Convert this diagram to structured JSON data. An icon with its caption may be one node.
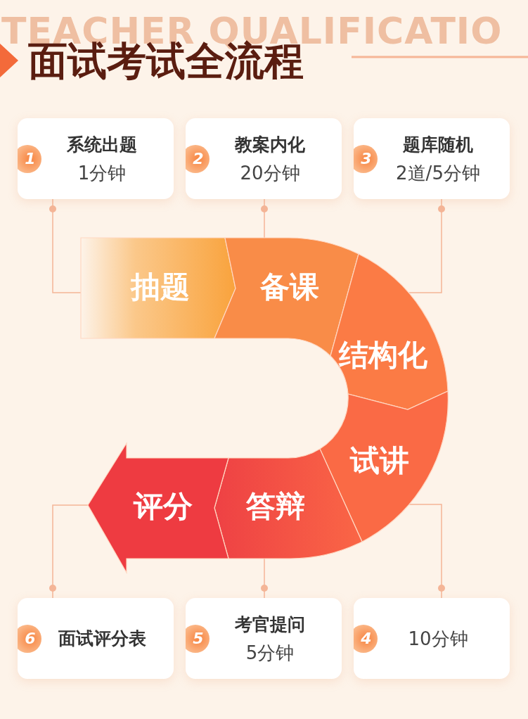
{
  "diagram": {
    "title": "面试考试全流程",
    "nodes": [
      {
        "text": [
          "1",
          "系统出题",
          "1分钟"
        ]
      },
      {
        "text": [
          "2",
          "教案内化",
          "20分钟"
        ]
      },
      {
        "text": [
          "3",
          "题库随机",
          "2道/5分钟"
        ]
      },
      {
        "text": [
          "抽题"
        ]
      },
      {
        "text": [
          "备课"
        ]
      },
      {
        "text": [
          "结构化"
        ]
      },
      {
        "text": [
          "试讲"
        ]
      },
      {
        "text": [
          "答辩"
        ]
      },
      {
        "text": [
          "评分"
        ]
      },
      {
        "text": [
          "6",
          "面试评分表"
        ]
      },
      {
        "text": [
          "5",
          "考官提问",
          "5分钟"
        ]
      },
      {
        "text": [
          "4",
          "10分钟"
        ]
      }
    ],
    "edges": [
      {
        "from": 0,
        "to": 3,
        "arrow": "none"
      },
      {
        "from": 1,
        "to": 4,
        "arrow": "none"
      },
      {
        "from": 2,
        "to": 5,
        "arrow": "none"
      },
      {
        "from": 11,
        "to": 6,
        "arrow": "none"
      },
      {
        "from": 10,
        "to": 7,
        "arrow": "none"
      },
      {
        "from": 9,
        "to": 8,
        "arrow": "none"
      }
    ],
    "labels": [
      "TEACHER QUALIFICATIO"
    ]
  }
}
